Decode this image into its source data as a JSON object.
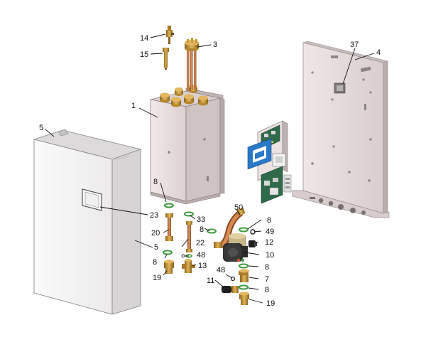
{
  "colors": {
    "panel": "#e7dede",
    "panel_dark": "#cdbfbf",
    "cover_front": "#f4f2f2",
    "cover_side": "#d4d2d2",
    "brass": "#c89a3a",
    "copper": "#c6733e",
    "green_seal": "#3f9a3f",
    "pump": "#2e2e2e",
    "pcb_green": "#2f6a4a",
    "label_blue": "#2a78c8"
  },
  "parts": {
    "p1": "1",
    "p3": "3",
    "p4": "4",
    "p5_top": "5",
    "p5_side": "5",
    "p7": "7",
    "p8_a": "8",
    "p8_b": "8",
    "p8_c": "8",
    "p8_d": "8",
    "p8_e": "8",
    "p8_f": "8",
    "p10": "10",
    "p11": "11",
    "p12": "12",
    "p13": "13",
    "p14": "14",
    "p15": "15",
    "p19_a": "19",
    "p19_b": "19",
    "p20": "20",
    "p22": "22",
    "p23": "23",
    "p33": "33",
    "p37": "37",
    "p48_a": "48",
    "p48_b": "48",
    "p49": "49",
    "p50": "50"
  }
}
